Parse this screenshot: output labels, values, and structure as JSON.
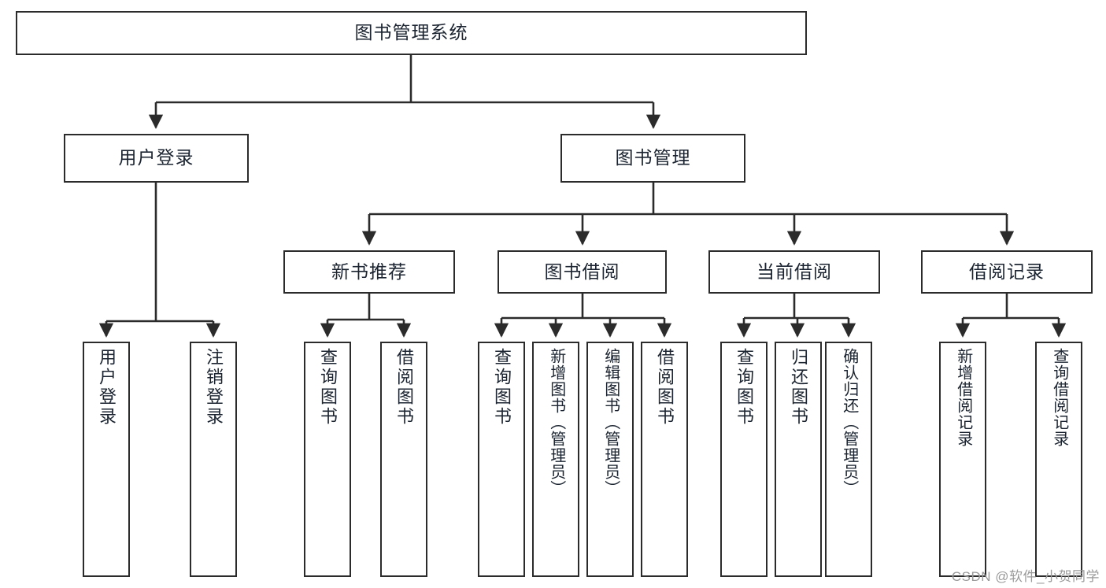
{
  "diagram": {
    "title": "图书管理系统",
    "watermark": "CSDN @软件_小贺同学",
    "colors": {
      "border": "#2b2b2b",
      "text": "#1b2430",
      "background": "#ffffff",
      "watermark": "#9a9a9a"
    },
    "levels": {
      "root": {
        "label": "图书管理系统"
      },
      "level2": [
        {
          "label": "用户登录"
        },
        {
          "label": "图书管理"
        }
      ],
      "level3": [
        {
          "label": "新书推荐"
        },
        {
          "label": "图书借阅"
        },
        {
          "label": "当前借阅"
        },
        {
          "label": "借阅记录"
        }
      ],
      "leaves": {
        "user_login": [
          {
            "label": "用户登录"
          },
          {
            "label": "注销登录"
          }
        ],
        "new_book_recommend": [
          {
            "label": "查询图书"
          },
          {
            "label": "借阅图书"
          }
        ],
        "book_borrow": [
          {
            "label": "查询图书"
          },
          {
            "label": "新增图书（管理员）"
          },
          {
            "label": "编辑图书（管理员）"
          },
          {
            "label": "借阅图书"
          }
        ],
        "current_borrow": [
          {
            "label": "查询图书"
          },
          {
            "label": "归还图书"
          },
          {
            "label": "确认归还（管理员）"
          }
        ],
        "borrow_record": [
          {
            "label": "新增借阅记录"
          },
          {
            "label": "查询借阅记录"
          }
        ]
      }
    }
  }
}
